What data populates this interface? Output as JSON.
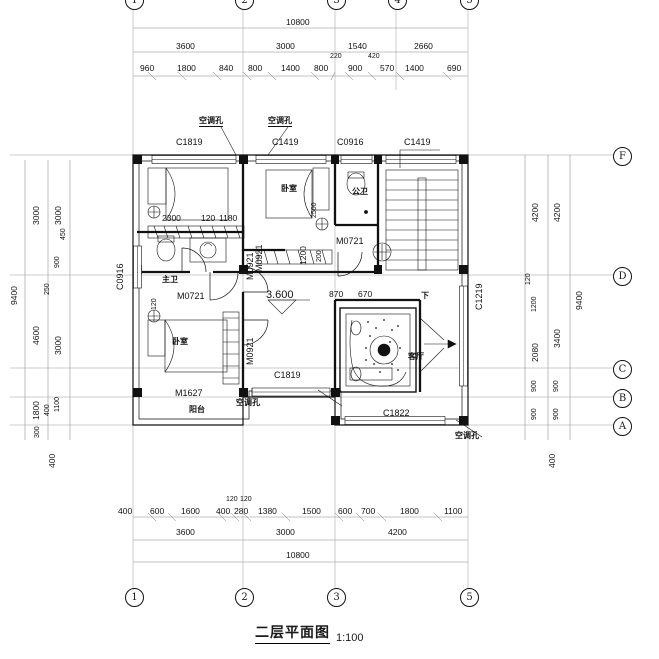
{
  "drawing": {
    "title": "二层平面图",
    "scale": "1:100",
    "elevation_marker": "3.600"
  },
  "grid_labels": {
    "bottom": [
      "1",
      "2",
      "3",
      "5"
    ],
    "top": [
      "1",
      "2",
      "3",
      "4",
      "5"
    ],
    "right": [
      "F",
      "D",
      "C",
      "B",
      "A"
    ]
  },
  "dimensions": {
    "top_overall": "10800",
    "top_band2": [
      "3600",
      "3000",
      "1540",
      "2660"
    ],
    "top_band3": [
      "960",
      "1800",
      "840",
      "800",
      "1400",
      "800",
      "900",
      "570",
      "1400",
      "690"
    ],
    "top_small": [
      "220",
      "420"
    ],
    "bottom_band1": [
      "400",
      "600",
      "1600",
      "400",
      "280",
      "1380",
      "1500",
      "600",
      "700",
      "1800",
      "1100"
    ],
    "bottom_small": [
      "120",
      "120"
    ],
    "bottom_band2": [
      "3600",
      "3000",
      "4200"
    ],
    "bottom_overall": "10800",
    "left_outer": [
      "3000",
      "4600",
      "1800"
    ],
    "left_inner": [
      "3000",
      "450",
      "900",
      "250",
      "3000",
      "400",
      "1100",
      "300"
    ],
    "left_far": "9400",
    "left_bottom": "400",
    "right_inner": [
      "4200",
      "120",
      "1200",
      "2080",
      "900",
      "900"
    ],
    "right_mid": [
      "4200",
      "3400",
      "900",
      "900"
    ],
    "right_overall": "9400",
    "right_bottom": "400",
    "interior": [
      "2300",
      "120",
      "1180",
      "1200",
      "870",
      "670",
      "120",
      "200",
      "2500"
    ]
  },
  "windows": [
    {
      "label": "C1819",
      "pos": "top-left"
    },
    {
      "label": "C1419",
      "pos": "top-mid"
    },
    {
      "label": "C0916",
      "pos": "top-mid-right"
    },
    {
      "label": "C1419",
      "pos": "top-right"
    },
    {
      "label": "C0916",
      "pos": "left"
    },
    {
      "label": "C1219",
      "pos": "right"
    },
    {
      "label": "C1819",
      "pos": "bottom-left"
    },
    {
      "label": "C1822",
      "pos": "bottom-right"
    }
  ],
  "doors": [
    {
      "label": "M0921",
      "pos": "corridor-top"
    },
    {
      "label": "M0921",
      "pos": "corridor-mid"
    },
    {
      "label": "M0921",
      "pos": "corridor-bottom"
    },
    {
      "label": "M0721",
      "pos": "master-bath"
    },
    {
      "label": "M0721",
      "pos": "public-bath"
    },
    {
      "label": "M1627",
      "pos": "balcony"
    }
  ],
  "rooms": [
    {
      "name": "卧室",
      "id": "bedroom-top-left"
    },
    {
      "name": "卧室",
      "id": "bedroom-top-mid"
    },
    {
      "name": "卧室",
      "id": "bedroom-bottom-left"
    },
    {
      "name": "主卫",
      "id": "master-bath"
    },
    {
      "name": "公卫",
      "id": "public-bath"
    },
    {
      "name": "客厅",
      "id": "living-room"
    },
    {
      "name": "阳台",
      "id": "balcony"
    }
  ],
  "annotations": [
    {
      "text": "空调孔",
      "id": "ac-hole-1"
    },
    {
      "text": "空调孔",
      "id": "ac-hole-2"
    },
    {
      "text": "空调孔",
      "id": "ac-hole-3"
    },
    {
      "text": "空调孔",
      "id": "ac-hole-4"
    },
    {
      "text": "下",
      "id": "stair-down"
    }
  ],
  "colors": {
    "line": "#111111",
    "thin": "#555555",
    "wall": "#000000",
    "background": "#ffffff"
  }
}
